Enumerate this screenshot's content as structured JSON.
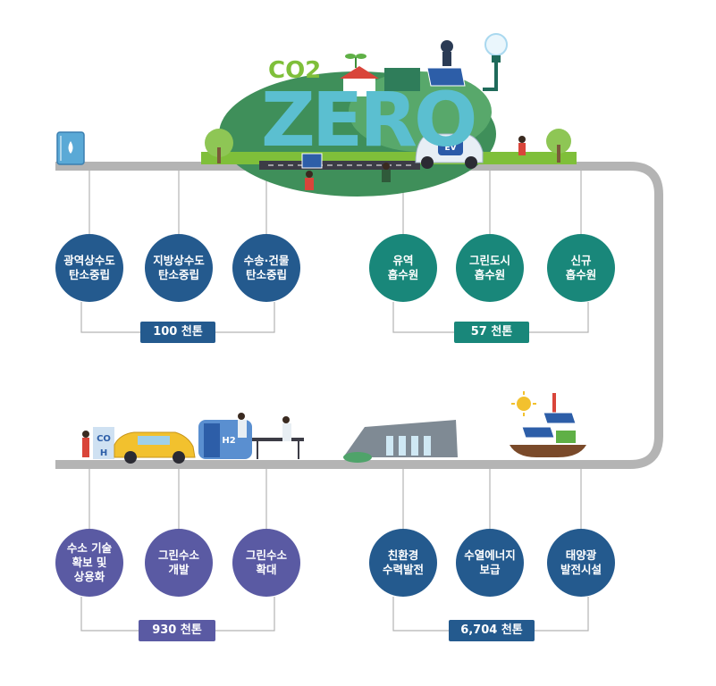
{
  "hero": {
    "co2_text": "CO2",
    "zero_text": "ZERO",
    "ev_text": "EV"
  },
  "top_row": {
    "groups": [
      {
        "items": [
          {
            "label": "광역상수도\n탄소중립"
          },
          {
            "label": "지방상수도\n탄소중립"
          },
          {
            "label": "수송·건물\n탄소중립"
          }
        ],
        "total": "100 천톤"
      },
      {
        "items": [
          {
            "label": "유역\n흡수원"
          },
          {
            "label": "그린도시\n흡수원"
          },
          {
            "label": "신규\n흡수원"
          }
        ],
        "total": "57 천톤"
      }
    ]
  },
  "bottom_row": {
    "groups": [
      {
        "items": [
          {
            "label": "수소 기술\n확보 및\n상용화"
          },
          {
            "label": "그린수소\n개발"
          },
          {
            "label": "그린수소\n확대"
          }
        ],
        "total": "930 천톤"
      },
      {
        "items": [
          {
            "label": "친환경\n수력발전"
          },
          {
            "label": "수열에너지\n보급"
          },
          {
            "label": "태양광\n발전시설"
          }
        ],
        "total": "6,704 천톤"
      }
    ],
    "scene_labels": {
      "co": "CO",
      "h": "H",
      "h2": "H2"
    }
  },
  "colors": {
    "pipe": "#b4b4b4",
    "blue": "#245a8e",
    "teal": "#19877a",
    "violet": "#5a5aa3",
    "zero": "#5bbfd0",
    "green": "#7fbf3a"
  }
}
